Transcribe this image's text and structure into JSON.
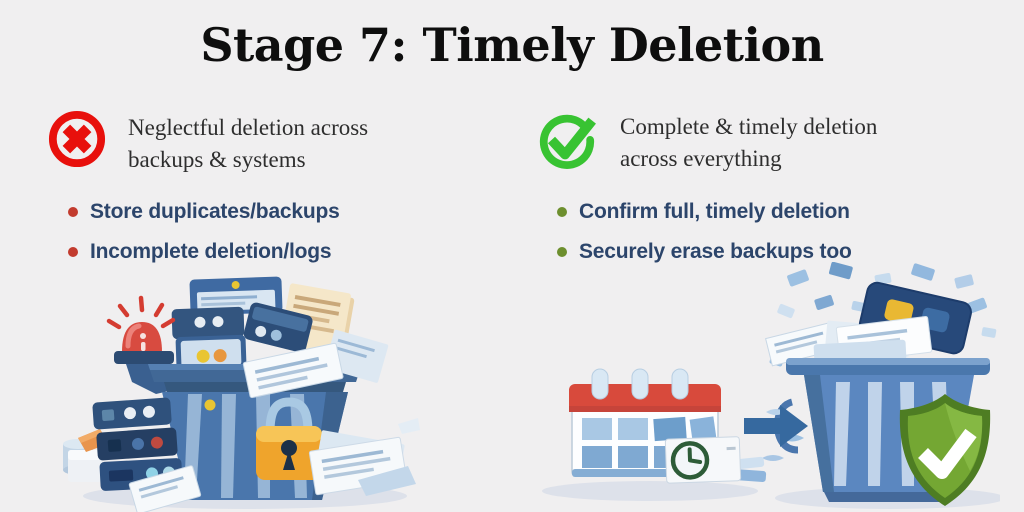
{
  "title": "Stage 7: Timely Deletion",
  "bad": {
    "icon": "x-circle",
    "heading_line1": "Neglectful deletion across",
    "heading_line2": "backups & systems",
    "bullets": [
      "Store duplicates/backups",
      "Incomplete deletion/logs"
    ]
  },
  "good": {
    "icon": "check-circle",
    "heading_line1": "Complete & timely deletion",
    "heading_line2": "across everything",
    "bullets": [
      "Confirm full, timely deletion",
      "Securely erase backups too"
    ]
  },
  "colors": {
    "background": "#f0eff0",
    "title_text": "#0e0e0e",
    "heading_text": "#2e2e2e",
    "bullet_text": "#2c456b",
    "bad_accent": "#e8100c",
    "bad_bullet_dot": "#c23b2e",
    "good_accent": "#38c332",
    "good_bullet_dot": "#6d8f2e",
    "illustration_blue": "#4a76ac",
    "lock_orange": "#efa42c",
    "shield_green": "#74a733",
    "calendar_red": "#d84a3c"
  }
}
